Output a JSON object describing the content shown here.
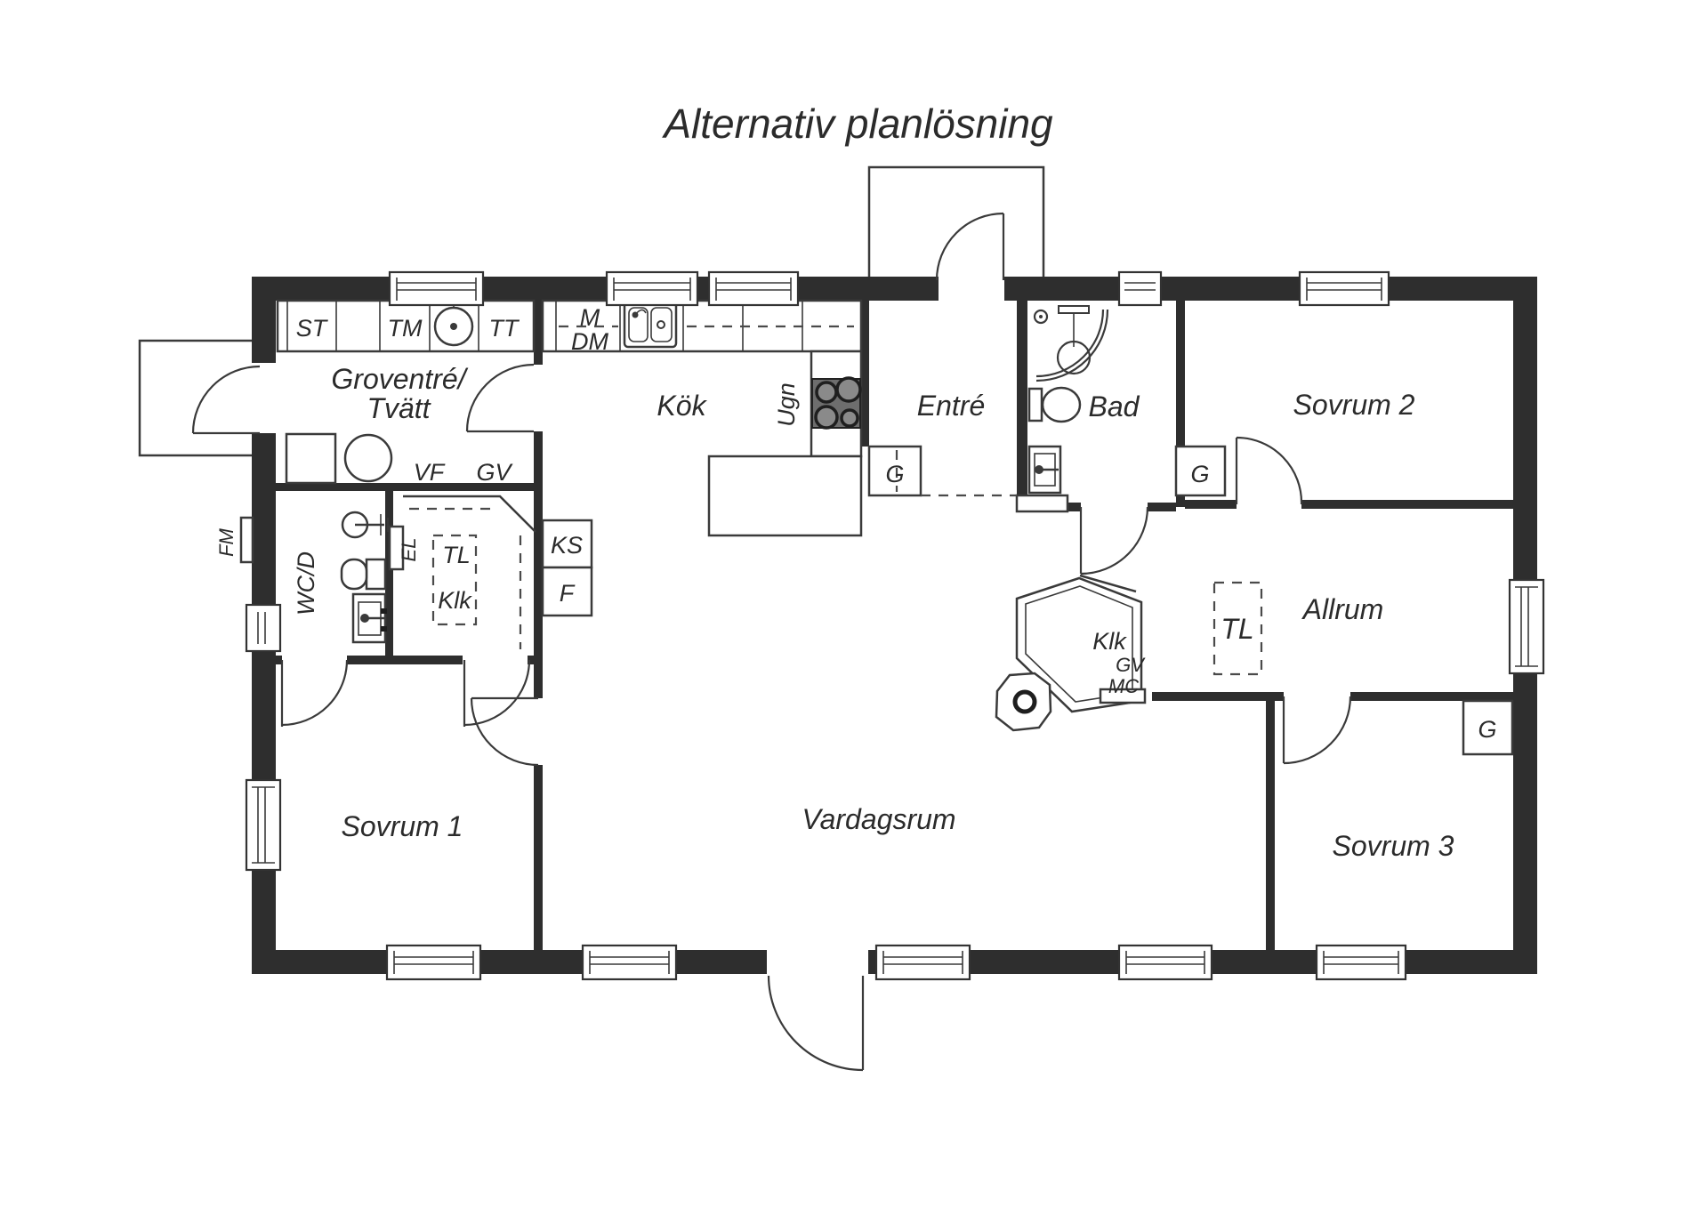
{
  "title": "Alternativ planlösning",
  "rooms": {
    "groventre1": "Groventré/",
    "groventre2": "Tvätt",
    "kok": "Kök",
    "entre": "Entré",
    "bad": "Bad",
    "sovrum2": "Sovrum 2",
    "allrum": "Allrum",
    "vardagsrum": "Vardagsrum",
    "sovrum1": "Sovrum 1",
    "sovrum3": "Sovrum 3",
    "wcd": "WC/D"
  },
  "labels": {
    "st": "ST",
    "tm": "TM",
    "tt": "TT",
    "m": "M",
    "dm": "DM",
    "ugn": "Ugn",
    "g": "G",
    "vf": "VF",
    "gv": "GV",
    "el": "EL",
    "tl": "TL",
    "ks": "KS",
    "f": "F",
    "fm": "FM",
    "mc": "MC",
    "klk": "Klk"
  },
  "colors": {
    "wall": "#2e2e2e",
    "line": "#3a3a3a",
    "stove_body": "#6e6e6e",
    "burner": "#8a8a8a"
  }
}
